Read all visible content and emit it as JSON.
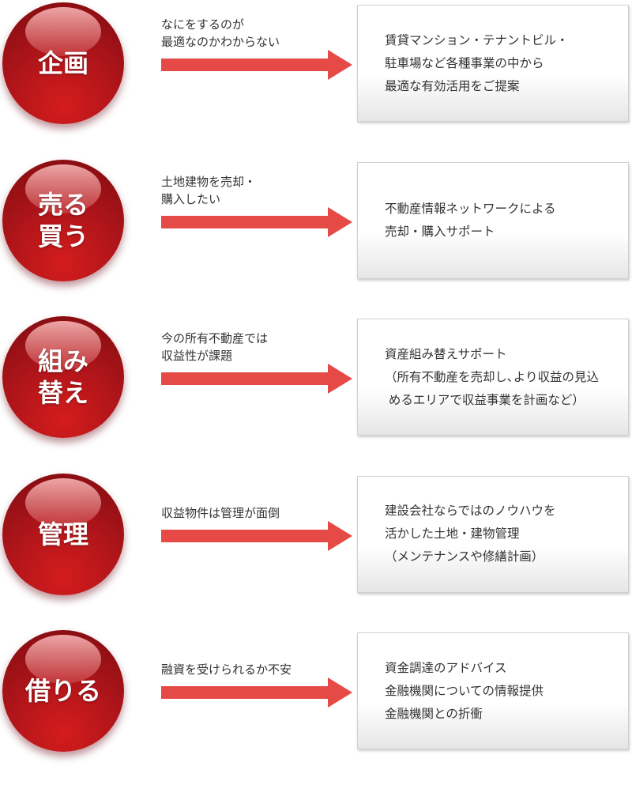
{
  "colors": {
    "orb": "#b0151a",
    "arrow": "#e64a47"
  },
  "rows": [
    {
      "title": "企画",
      "problem": "なにをするのが\n最適なのかわからない",
      "solution": "賃貸マンション・テナントビル・\n駐車場など各種事業の中から\n最適な有効活用をご提案"
    },
    {
      "title": "売る\n買う",
      "problem": "土地建物を売却・\n購入したい",
      "solution": "不動産情報ネットワークによる\n売却・購入サポート"
    },
    {
      "title": "組み\n替え",
      "problem": "今の所有不動産では\n収益性が課題",
      "solution": "資産組み替えサポート\n（所有不動産を売却し､より収益の見込\n めるエリアで収益事業を計画など）"
    },
    {
      "title": "管理",
      "problem": "収益物件は管理が面倒",
      "solution": "建設会社ならではのノウハウを\n活かした土地・建物管理\n（メンテナンスや修繕計画）"
    },
    {
      "title": "借りる",
      "problem": "融資を受けられるか不安",
      "solution": "資金調達のアドバイス\n金融機関についての情報提供\n金融機関との折衝"
    }
  ]
}
